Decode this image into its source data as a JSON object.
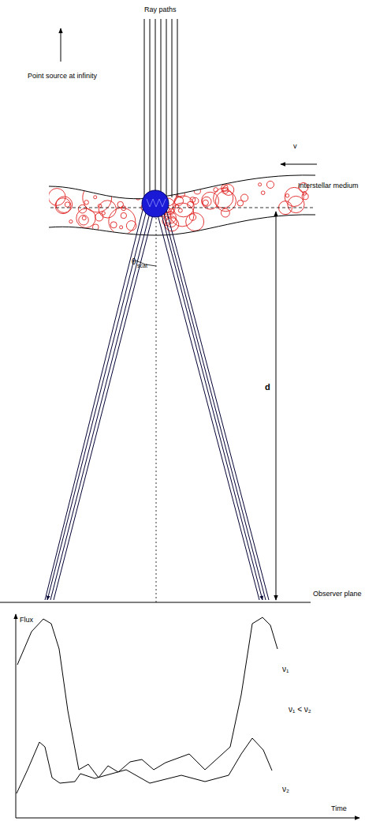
{
  "diagram": {
    "labels": [
      "Ray paths",
      "Point source at infinity",
      "v",
      "Interstellar medium",
      "θ",
      "scat",
      "d",
      "Observer plane",
      "Flux",
      "ν₁",
      "ν₁ < ν₂",
      "ν₂",
      "Time"
    ]
  }
}
